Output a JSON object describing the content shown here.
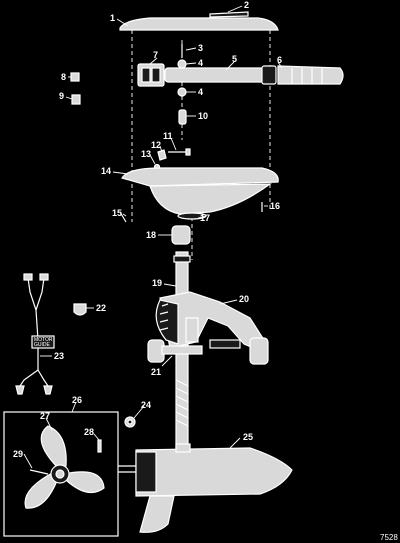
{
  "callouts": [
    "1",
    "2",
    "3",
    "4",
    "5",
    "6",
    "7",
    "8",
    "9",
    "10",
    "11",
    "12",
    "13",
    "14",
    "15",
    "16",
    "17",
    "18",
    "19",
    "20",
    "21",
    "22",
    "23",
    "24",
    "25",
    "26",
    "27",
    "28",
    "29"
  ],
  "callout_4_repeat": "4",
  "figure_code": "7528",
  "cable_tag": [
    "MOTOR",
    "GUIDE"
  ]
}
